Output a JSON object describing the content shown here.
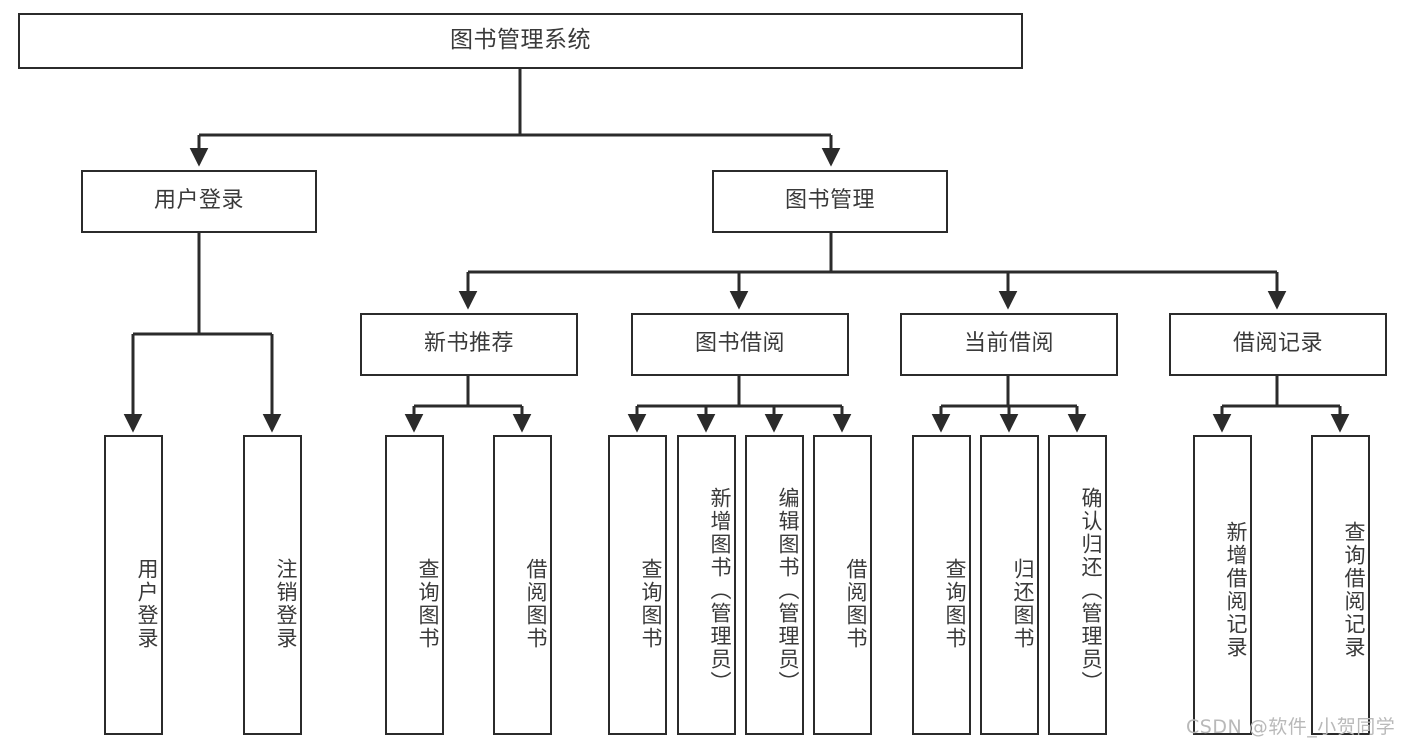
{
  "diagram": {
    "type": "tree-hierarchy",
    "title": "图书管理系统",
    "watermark": "CSDN @软件_小贺同学",
    "colors": {
      "stroke": "#2b2b2b",
      "text": "#3a3a3a",
      "background": "#ffffff",
      "watermark": "#b9b9b9"
    },
    "nodes": {
      "root": {
        "label": "图书管理系统",
        "level": 1
      },
      "l2": [
        {
          "id": "user-login",
          "label": "用户登录",
          "level": 2
        },
        {
          "id": "book-manage",
          "label": "图书管理",
          "level": 2
        }
      ],
      "l3": [
        {
          "id": "new-book-rec",
          "label": "新书推荐",
          "level": 3,
          "parent": "book-manage"
        },
        {
          "id": "book-borrow",
          "label": "图书借阅",
          "level": 3,
          "parent": "book-manage"
        },
        {
          "id": "current-borrow",
          "label": "当前借阅",
          "level": 3,
          "parent": "book-manage"
        },
        {
          "id": "borrow-record",
          "label": "借阅记录",
          "level": 3,
          "parent": "book-manage"
        }
      ],
      "leaves": [
        {
          "id": "leaf-user-login",
          "label": "用户登录",
          "parent": "user-login"
        },
        {
          "id": "leaf-logout-login",
          "label": "注销登录",
          "parent": "user-login"
        },
        {
          "id": "leaf-query-book-1",
          "label": "查询图书",
          "parent": "new-book-rec"
        },
        {
          "id": "leaf-borrow-book-1",
          "label": "借阅图书",
          "parent": "new-book-rec"
        },
        {
          "id": "leaf-query-book-2",
          "label": "查询图书",
          "parent": "book-borrow"
        },
        {
          "id": "leaf-add-book",
          "label": "新增图书（管理员）",
          "parent": "book-borrow"
        },
        {
          "id": "leaf-edit-book",
          "label": "编辑图书（管理员）",
          "parent": "book-borrow"
        },
        {
          "id": "leaf-borrow-book-2",
          "label": "借阅图书",
          "parent": "book-borrow"
        },
        {
          "id": "leaf-query-book-3",
          "label": "查询图书",
          "parent": "current-borrow"
        },
        {
          "id": "leaf-return-book",
          "label": "归还图书",
          "parent": "current-borrow"
        },
        {
          "id": "leaf-confirm-return",
          "label": "确认归还（管理员）",
          "parent": "current-borrow"
        },
        {
          "id": "leaf-add-record",
          "label": "新增借阅记录",
          "parent": "borrow-record"
        },
        {
          "id": "leaf-query-record",
          "label": "查询借阅记录",
          "parent": "borrow-record"
        }
      ]
    }
  }
}
